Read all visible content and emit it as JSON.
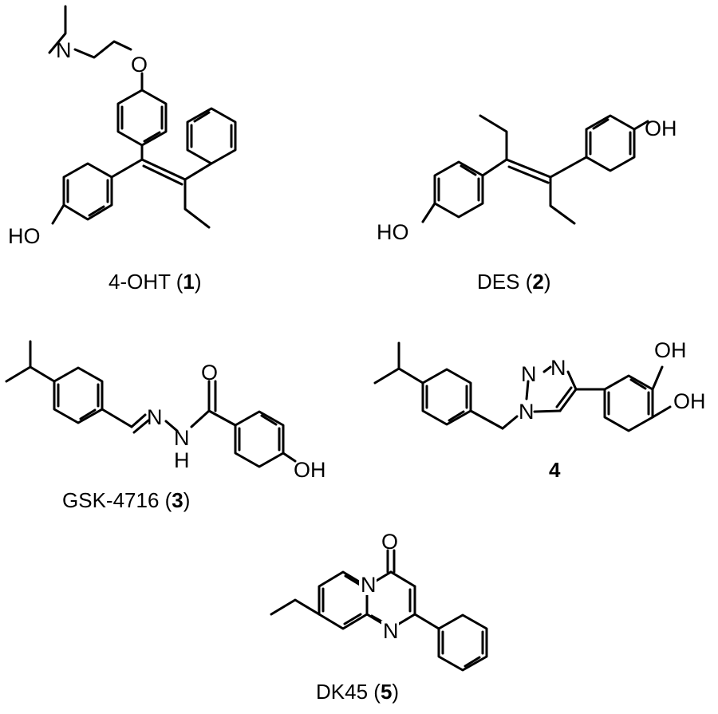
{
  "compounds": [
    {
      "name": "4-OHT",
      "number": "1",
      "atoms": {
        "n": "N",
        "o": "O",
        "ho": "HO"
      }
    },
    {
      "name": "DES",
      "number": "2",
      "atoms": {
        "oh": "OH",
        "ho": "HO"
      }
    },
    {
      "name": "GSK-4716",
      "number": "3",
      "atoms": {
        "n1": "N",
        "nh_n": "N",
        "nh_h": "H",
        "o": "O",
        "oh": "OH"
      }
    },
    {
      "name": "",
      "number": "4",
      "atoms": {
        "n1": "N",
        "n2": "N",
        "n3": "N",
        "oh1": "OH",
        "oh2": "OH"
      }
    },
    {
      "name": "DK45",
      "number": "5",
      "atoms": {
        "n1": "N",
        "n2": "N",
        "o": "O"
      }
    }
  ],
  "caption_open": " (",
  "caption_close": ")"
}
